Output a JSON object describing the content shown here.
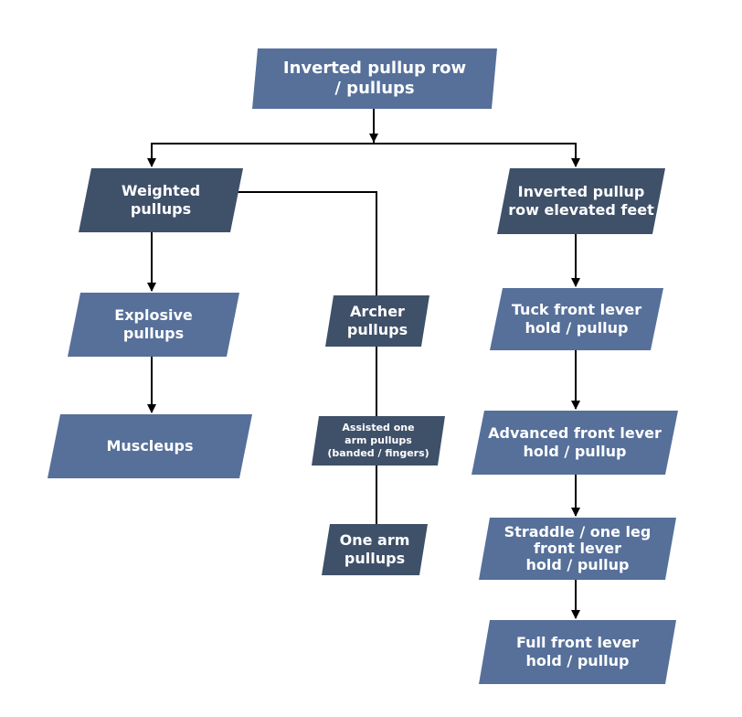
{
  "nodes": {
    "root": "Inverted pullup row\n/ pullups",
    "weighted": "Weighted\npullups",
    "inverted_elevated": "Inverted pullup\nrow elevated feet",
    "explosive": "Explosive\npullups",
    "archer": "Archer\npullups",
    "tuck_front_lever": "Tuck front lever\nhold / pullup",
    "muscleups": "Muscleups",
    "assisted_one_arm": "Assisted one\narm pullups\n(banded / fingers)",
    "advanced_front_lever": "Advanced front lever\nhold / pullup",
    "one_arm": "One arm\npullups",
    "straddle": "Straddle / one leg\nfront lever\nhold / pullup",
    "full_front_lever": "Full front lever\nhold / pullup"
  },
  "colors": {
    "light": "#56709a",
    "dark": "#3f5069",
    "text": "#ffffff",
    "connector": "#000000"
  }
}
